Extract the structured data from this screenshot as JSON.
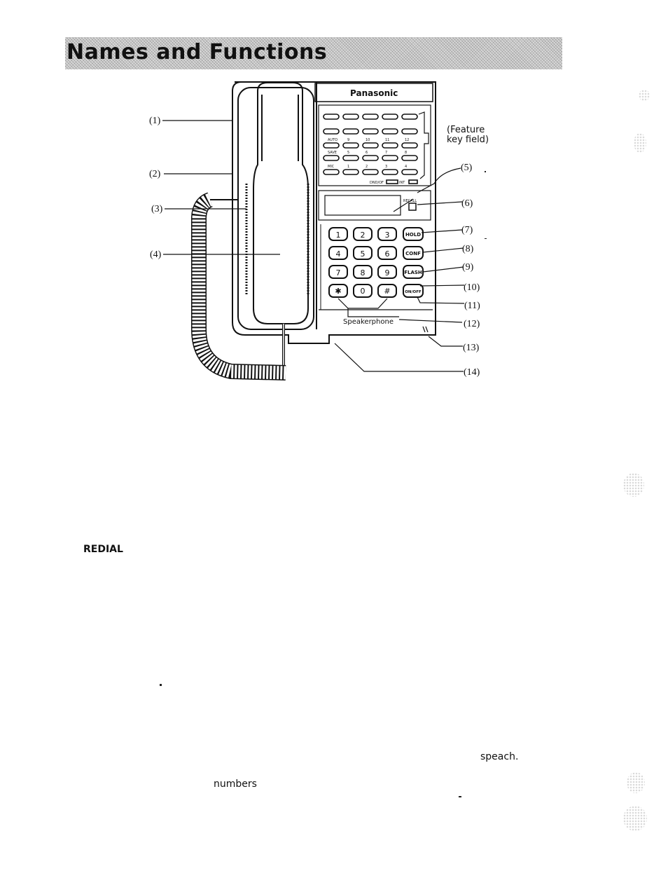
{
  "header": {
    "title": "Names and Functions"
  },
  "phone": {
    "brand": "Panasonic",
    "feature_key_label_1": "(Feature",
    "feature_key_label_2": "key field)",
    "callouts": [
      "(1)",
      "(2)",
      "(3)",
      "(4)",
      "(5)",
      "(6)",
      "(7)",
      "(8)",
      "(9)",
      "(10)",
      "(11)",
      "(12)",
      "(13)",
      "(14)"
    ],
    "dial_keys": [
      "1",
      "2",
      "3",
      "4",
      "5",
      "6",
      "7",
      "8",
      "9",
      "✱",
      "0",
      "#"
    ],
    "function_keys": [
      "HOLD",
      "CONF",
      "FLASH",
      "ON/OFF"
    ],
    "recall_label": "RECALL",
    "key_row_labels": [
      "AUTO",
      "SAVE",
      "MIC"
    ],
    "key_row_numbers": [
      [
        "9",
        "10",
        "11",
        "12"
      ],
      [
        "5",
        "6",
        "7",
        "8"
      ],
      [
        "1",
        "2",
        "3",
        "4"
      ]
    ],
    "dnd_label": "DND/OF",
    "int_label": "INT",
    "speakerphone_label": "Speakerphone"
  },
  "body_text": {
    "redial": "REDIAL",
    "speach": "speach.",
    "numbers": "numbers"
  }
}
